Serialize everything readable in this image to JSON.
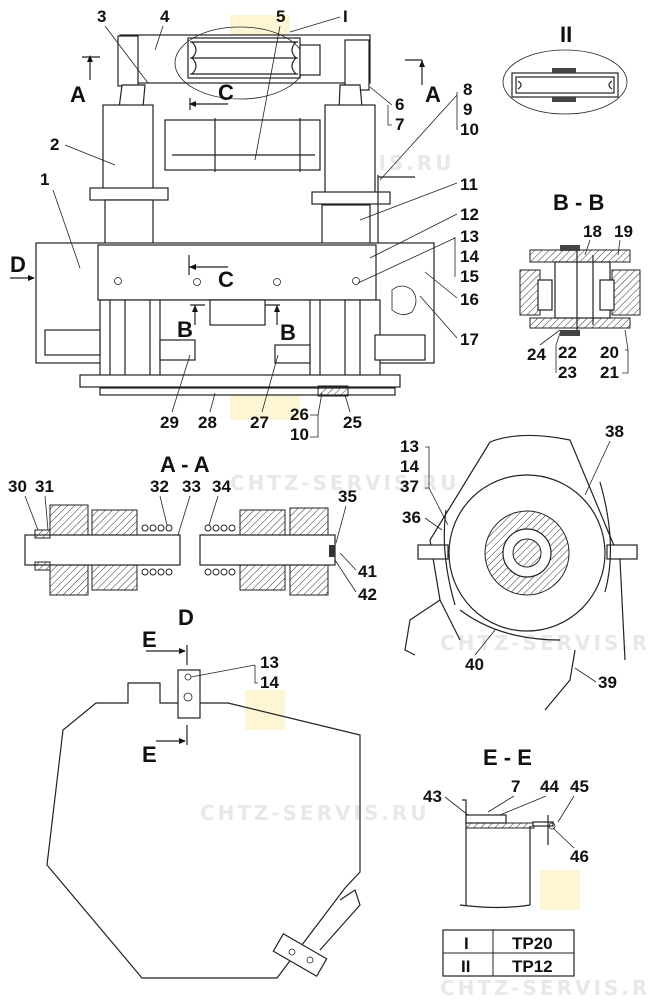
{
  "drawing": {
    "watermark": "CHTZ-SERVIS.RU",
    "views": {
      "main": {
        "name": "main-view",
        "section_marks": [
          "A",
          "A",
          "C",
          "C",
          "B",
          "B",
          "D"
        ],
        "detail_mark": "I"
      },
      "detail_II": {
        "title": "II"
      },
      "section_BB": {
        "title": "B - B"
      },
      "section_AA": {
        "title": "A - A"
      },
      "view_C": {
        "title": "C"
      },
      "view_D": {
        "title": "D",
        "section_marks": [
          "E",
          "E"
        ]
      },
      "section_EE": {
        "title": "E - E"
      }
    },
    "callouts": {
      "main": [
        "1",
        "2",
        "3",
        "4",
        "5",
        "6",
        "7",
        "8",
        "9",
        "10",
        "11",
        "12",
        "13",
        "14",
        "15",
        "16",
        "17",
        "25",
        "26",
        "10",
        "27",
        "28",
        "29"
      ],
      "section_BB": [
        "18",
        "19",
        "20",
        "21",
        "22",
        "23",
        "24"
      ],
      "section_AA": [
        "30",
        "31",
        "32",
        "33",
        "34",
        "35",
        "41",
        "42"
      ],
      "view_C": [
        "13",
        "14",
        "37",
        "36",
        "38",
        "39",
        "40"
      ],
      "view_D": [
        "13",
        "14"
      ],
      "section_EE": [
        "43",
        "7",
        "44",
        "45",
        "46"
      ]
    },
    "labels": {
      "l1": "1",
      "l2": "2",
      "l3": "3",
      "l4": "4",
      "l5": "5",
      "lI": "I",
      "l6": "6",
      "l7": "7",
      "l8": "8",
      "l9": "9",
      "l10": "10",
      "l11": "11",
      "l12": "12",
      "l13": "13",
      "l14": "14",
      "l15": "15",
      "l16": "16",
      "l17": "17",
      "l18": "18",
      "l19": "19",
      "l20": "20",
      "l21": "21",
      "l22": "22",
      "l23": "23",
      "l24": "24",
      "l25": "25",
      "l26": "26",
      "l10b": "10",
      "l27": "27",
      "l28": "28",
      "l29": "29",
      "l30": "30",
      "l31": "31",
      "l32": "32",
      "l33": "33",
      "l34": "34",
      "l35": "35",
      "l41": "41",
      "l42": "42",
      "l13c": "13",
      "l14c": "14",
      "l37": "37",
      "l36": "36",
      "l38": "38",
      "l39": "39",
      "l40": "40",
      "l13d": "13",
      "l14d": "14",
      "l43": "43",
      "l7e": "7",
      "l44": "44",
      "l45": "45",
      "l46": "46",
      "A1": "A",
      "A2": "A",
      "C1": "C",
      "C2": "C",
      "B1": "B",
      "B2": "B",
      "D1": "D",
      "D2": "D",
      "E1": "E",
      "E2": "E",
      "II": "II"
    },
    "legend_table": {
      "rows": [
        {
          "mark": "I",
          "value": "TP20"
        },
        {
          "mark": "II",
          "value": "TP12"
        }
      ]
    }
  }
}
